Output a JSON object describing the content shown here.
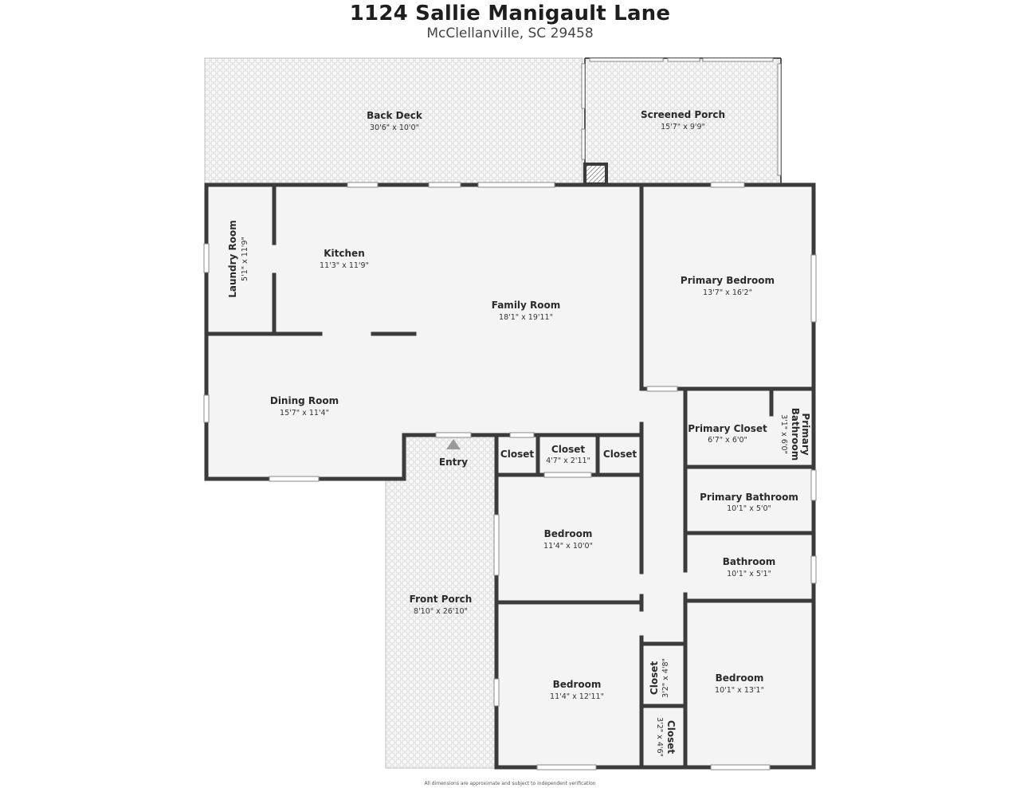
{
  "header": {
    "title": "1124 Sallie Manigault Lane",
    "subtitle": "McClellanville, SC 29458"
  },
  "rooms": {
    "back_deck": {
      "name": "Back Deck",
      "dims": "30'6\" x 10'0\""
    },
    "screened_porch": {
      "name": "Screened Porch",
      "dims": "15'7\" x 9'9\""
    },
    "laundry": {
      "name": "Laundry Room",
      "dims": "5'1\" x 11'9\""
    },
    "kitchen": {
      "name": "Kitchen",
      "dims": "11'3\" x 11'9\""
    },
    "family": {
      "name": "Family Room",
      "dims": "18'1\" x 19'11\""
    },
    "primary_bedroom": {
      "name": "Primary Bedroom",
      "dims": "13'7\" x 16'2\""
    },
    "dining": {
      "name": "Dining Room",
      "dims": "15'7\" x 11'4\""
    },
    "entry": {
      "name": "Entry"
    },
    "closet_a": {
      "name": "Closet"
    },
    "closet_b": {
      "name": "Closet",
      "dims": "4'7\" x 2'11\""
    },
    "closet_c": {
      "name": "Closet"
    },
    "primary_closet": {
      "name": "Primary Closet",
      "dims": "6'7\" x 6'0\""
    },
    "primary_bath_small": {
      "name1": "Primary",
      "name2": "Bathroom",
      "dims": "3'1\" x 6'0\""
    },
    "primary_bath": {
      "name": "Primary Bathroom",
      "dims": "10'1\" x 5'0\""
    },
    "bedroom_a": {
      "name": "Bedroom",
      "dims": "11'4\" x 10'0\""
    },
    "bathroom": {
      "name": "Bathroom",
      "dims": "10'1\" x 5'1\""
    },
    "front_porch": {
      "name": "Front Porch",
      "dims": "8'10\" x 26'10\""
    },
    "bedroom_b": {
      "name": "Bedroom",
      "dims": "11'4\" x 12'11\""
    },
    "closet_d": {
      "name": "Closet",
      "dims": "3'2\" x 4'8\""
    },
    "closet_e": {
      "name": "Closet",
      "dims": "3'2\" x 4'6\""
    },
    "bedroom_c": {
      "name": "Bedroom",
      "dims": "10'1\" x 13'1\""
    }
  },
  "footer": {
    "disclaimer": "All dimensions are approximate and subject to independent verification"
  },
  "colors": {
    "wall": "#3b3b3b",
    "floor": "#f4f4f4",
    "deck": "#f6f6f6"
  }
}
